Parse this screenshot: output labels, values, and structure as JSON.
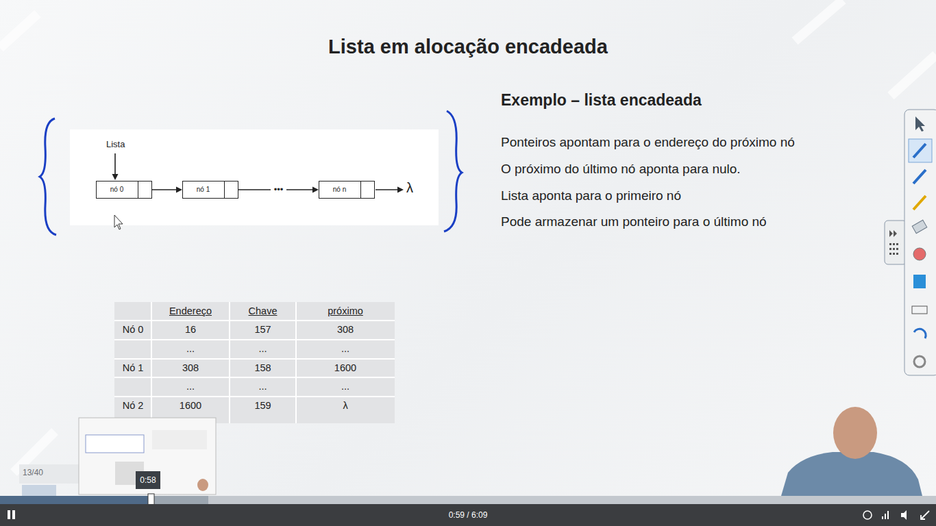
{
  "diagram": {
    "title": "Lista em alocação encadeada",
    "nodes": [
      {
        "text": [
          "nó 0"
        ]
      },
      {
        "text": [
          "nó 1"
        ]
      },
      {
        "text": [
          "nó n"
        ]
      }
    ],
    "edges": [
      {
        "from": 0,
        "to": 1,
        "arrow": "to"
      },
      {
        "from": 1,
        "to": 2,
        "label": "•••",
        "arrow": "to"
      }
    ],
    "labels": [
      "Lista",
      "λ",
      "Exemplo – lista encadeada",
      "Ponteiros apontam para o endereço do próximo nó",
      "O próximo do último nó aponta para nulo.",
      "Lista aponta para o primeiro nó",
      "Pode armazenar um ponteiro para o último nó",
      "Endereço",
      "Chave",
      "próximo",
      "Nó 0",
      "16",
      "157",
      "308",
      "...",
      "...",
      "...",
      "Nó 1",
      "308",
      "158",
      "1600",
      "...",
      "...",
      "...",
      "Nó 2",
      "1600",
      "159",
      "λ",
      "13/40",
      "0:58",
      "0:59 / 6:09"
    ]
  }
}
